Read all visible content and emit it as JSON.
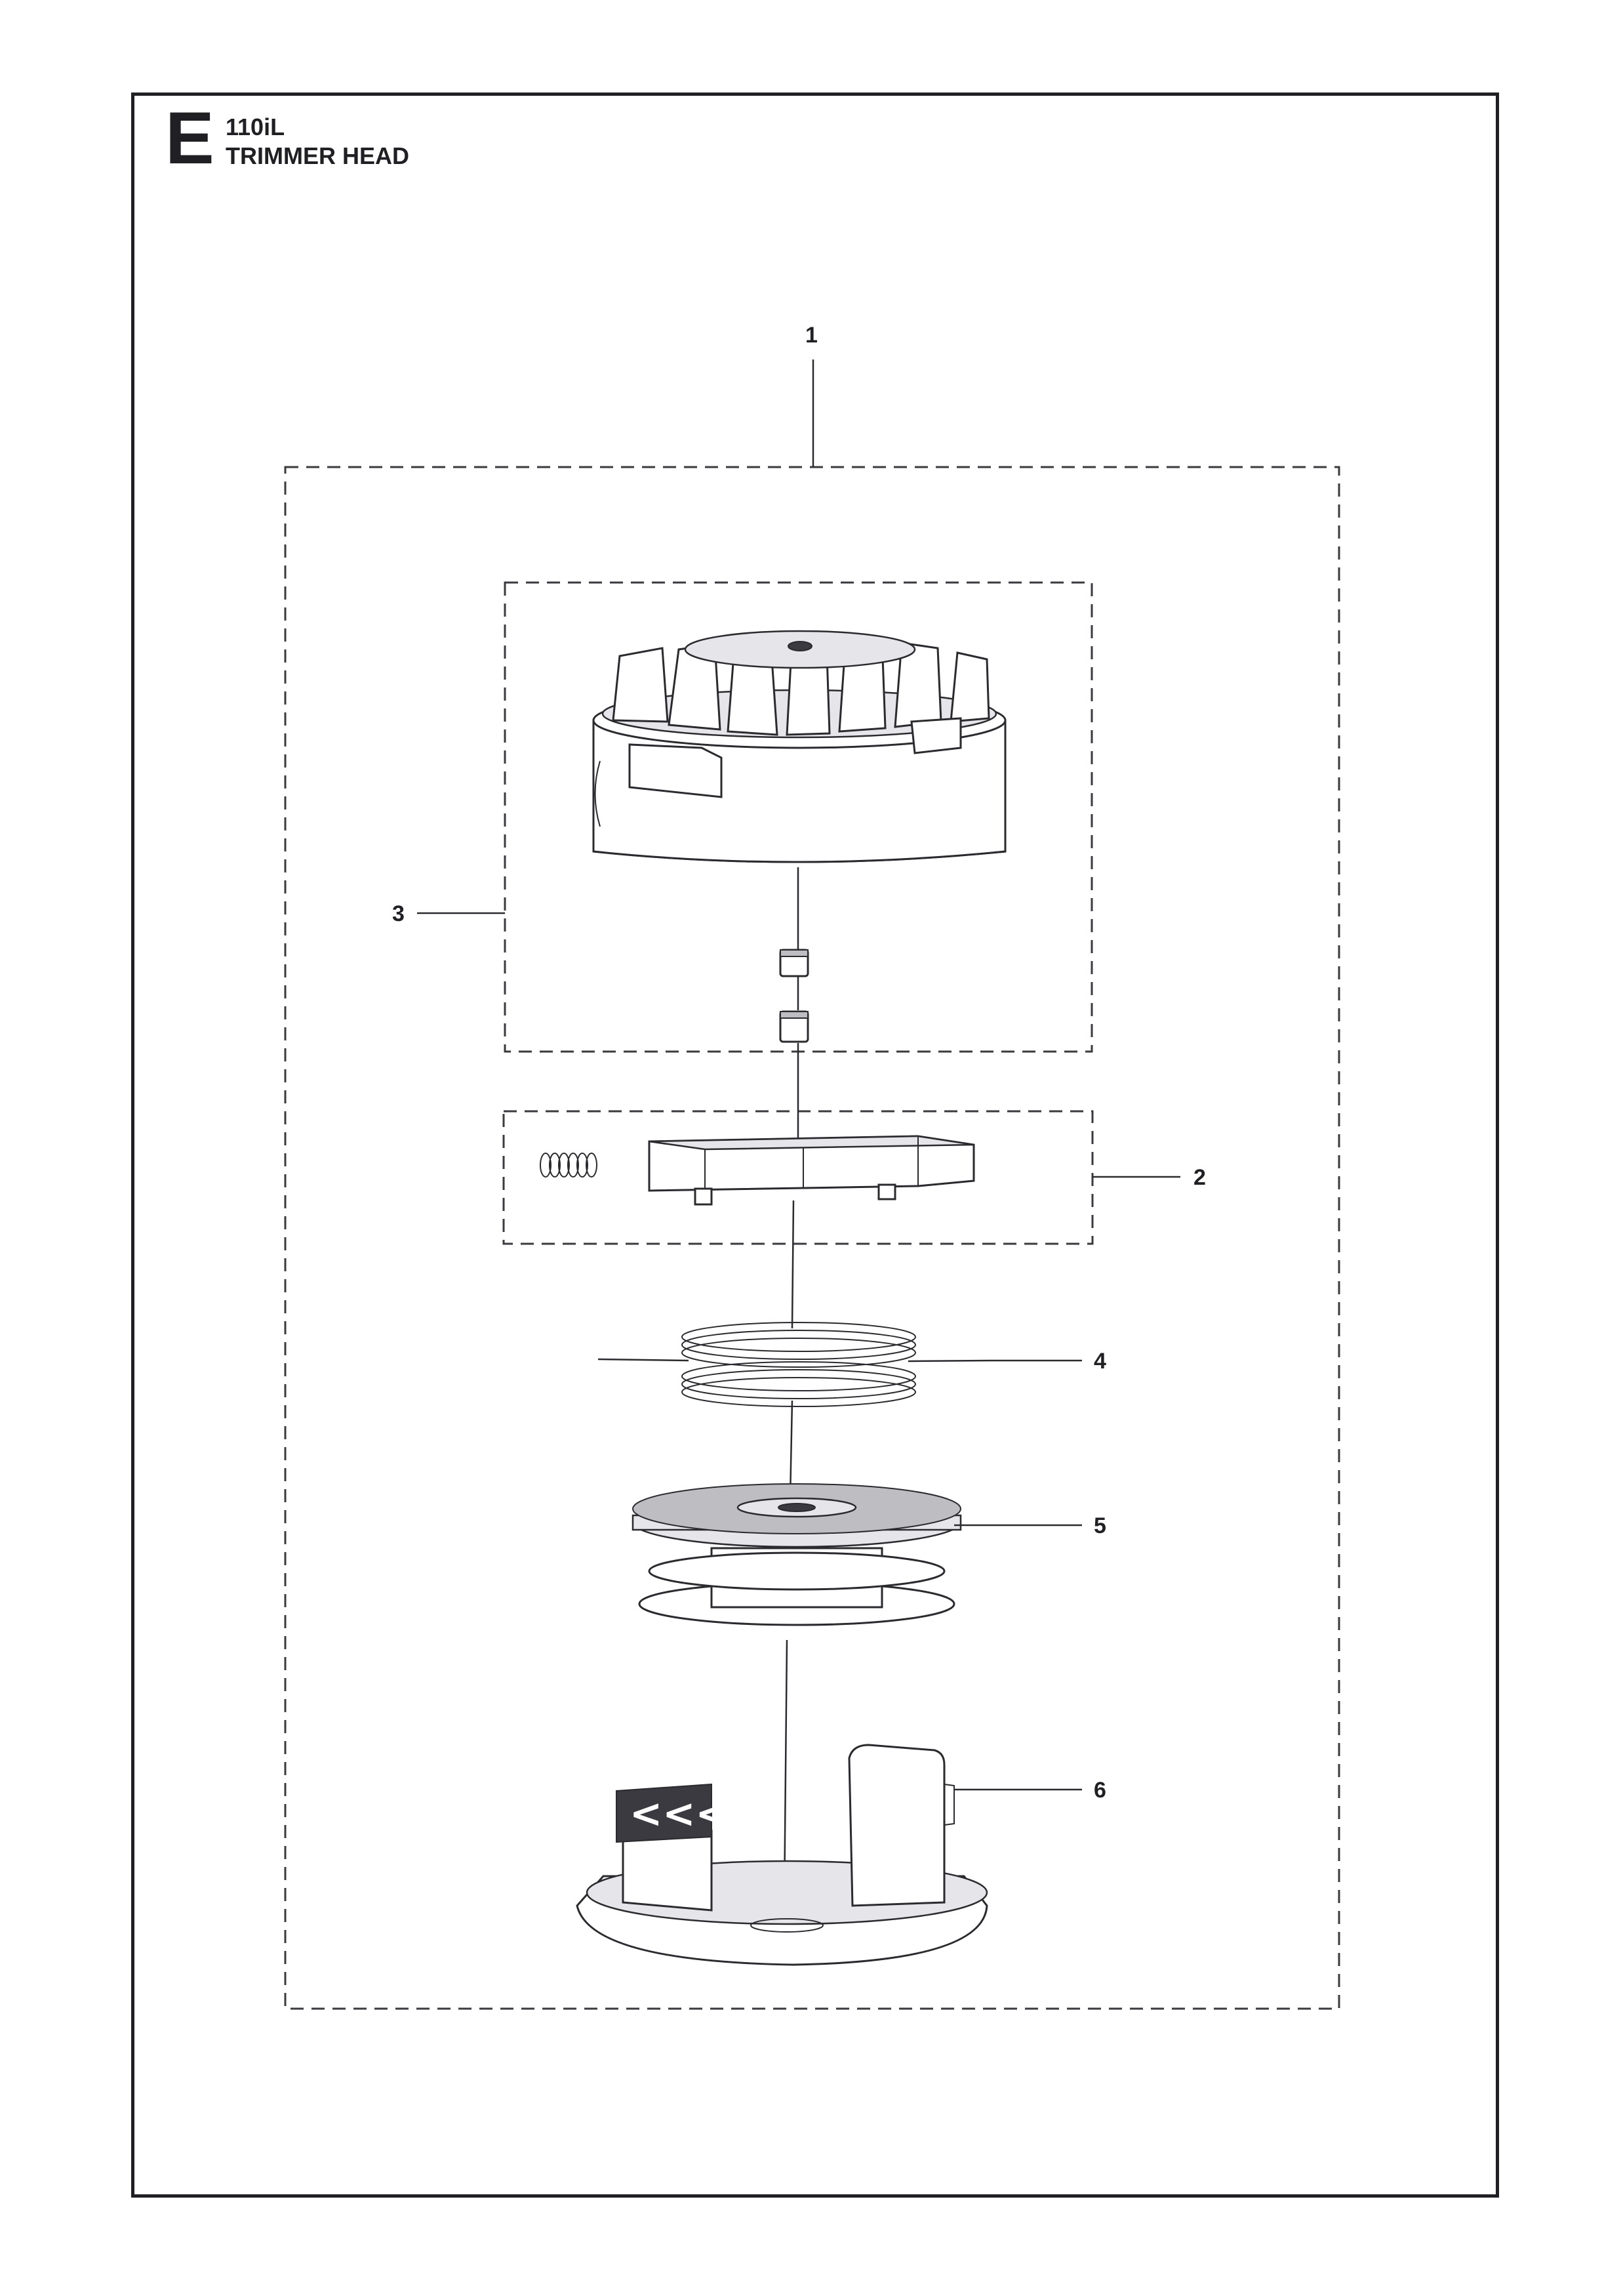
{
  "header": {
    "section_letter": "E",
    "model": "110iL",
    "title": "TRIMMER HEAD"
  },
  "callouts": [
    {
      "id": "1",
      "label": "1"
    },
    {
      "id": "2",
      "label": "2"
    },
    {
      "id": "3",
      "label": "3"
    },
    {
      "id": "4",
      "label": "4"
    },
    {
      "id": "5",
      "label": "5"
    },
    {
      "id": "6",
      "label": "6"
    }
  ],
  "icons": {
    "trimmer-head-housing": "trimmer-head-housing-icon",
    "line-lock-slider": "line-lock-slider-icon",
    "trimmer-line": "trimmer-line-icon",
    "spool": "spool-icon",
    "bottom-cover": "bottom-cover-icon"
  },
  "colors": {
    "ink": "#1f1f24",
    "background": "#ffffff"
  }
}
